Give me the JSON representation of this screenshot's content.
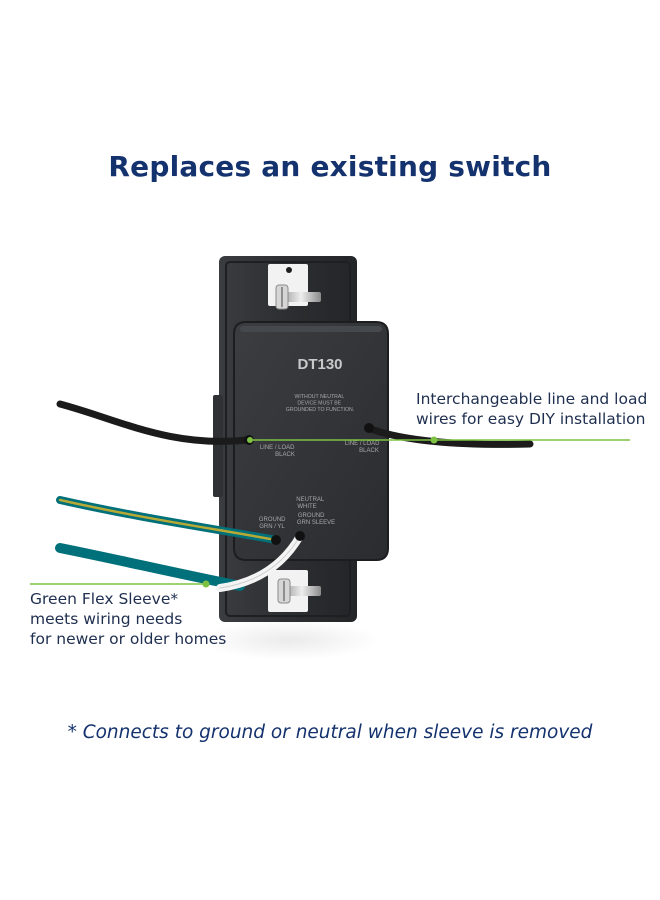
{
  "headline": "Replaces an existing switch",
  "device": {
    "model": "DT130",
    "notice_lines": [
      "WITHOUT NEUTRAL",
      "DEVICE MUST BE",
      "GROUNDED TO FUNCTION."
    ],
    "terminal_left_lines": [
      "LINE / LOAD",
      "BLACK"
    ],
    "terminal_right_lines": [
      "LINE / LOAD",
      "BLACK"
    ],
    "terminal_neutral_lines": [
      "NEUTRAL",
      "WHITE"
    ],
    "terminal_ground_lines": [
      "GROUND",
      "GRN / YL"
    ],
    "terminal_sleeve_lines": [
      "GROUND",
      "GRN SLEEVE"
    ]
  },
  "callouts": {
    "line_load": {
      "lines": [
        "Interchangeable line and load",
        "wires for easy DIY installation"
      ]
    },
    "flex_sleeve": {
      "lines": [
        "Green Flex Sleeve*",
        "meets wiring needs",
        "for newer or older homes"
      ]
    }
  },
  "footnote": "* Connects to ground or neutral when sleeve is removed",
  "colors": {
    "headline": "#14326e",
    "callout_text": "#1f2f4f",
    "pointer_line": "#7dc242",
    "device_body": "#2e3033",
    "wire_black": "#1b1b1b",
    "wire_teal": "#00707a",
    "wire_white": "#f4f4f4"
  }
}
